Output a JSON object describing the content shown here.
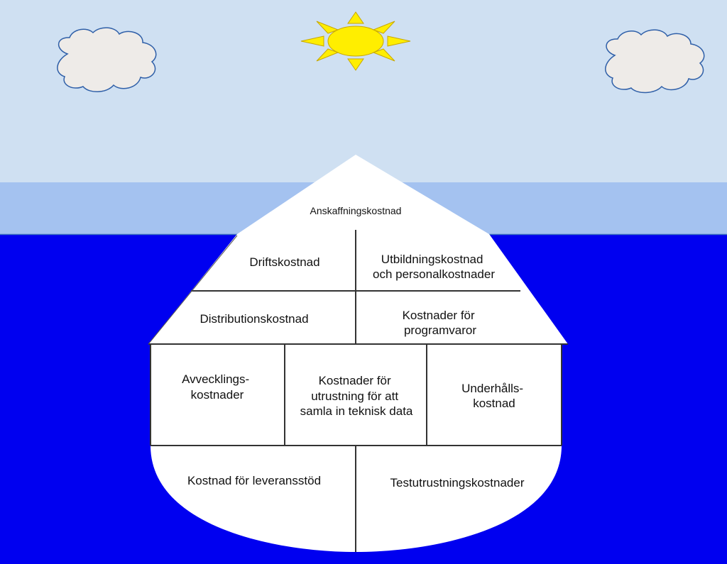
{
  "colors": {
    "sky": "#cfe0f2",
    "horizon_band": "#a4c2f0",
    "sea": "#0000f0",
    "ice": "#ffffff",
    "sun": "#ffee00",
    "cloud_fill": "#eeebe8",
    "cloud_stroke": "#2f5fa8"
  },
  "icons": {
    "sun": "sun-icon",
    "clouds": [
      "cloud-icon",
      "cloud-icon"
    ]
  },
  "iceberg": {
    "tip": "Anskaffningskostnad",
    "row1": {
      "left": "Driftskostnad",
      "right": [
        "Utbildningskostnad",
        "och personalkostnader"
      ]
    },
    "row2": {
      "left": "Distributionskostnad",
      "right": [
        "Kostnader för",
        "programvaror"
      ]
    },
    "row3": {
      "left": [
        "Avvecklings-",
        "kostnader"
      ],
      "center": [
        "Kostnader för",
        "utrustning för att",
        "samla in teknisk data"
      ],
      "right": [
        "Underhålls-",
        "kostnad"
      ]
    },
    "row4": {
      "left": "Kostnad för leveransstöd",
      "right": "Testutrustningskostnader"
    }
  }
}
